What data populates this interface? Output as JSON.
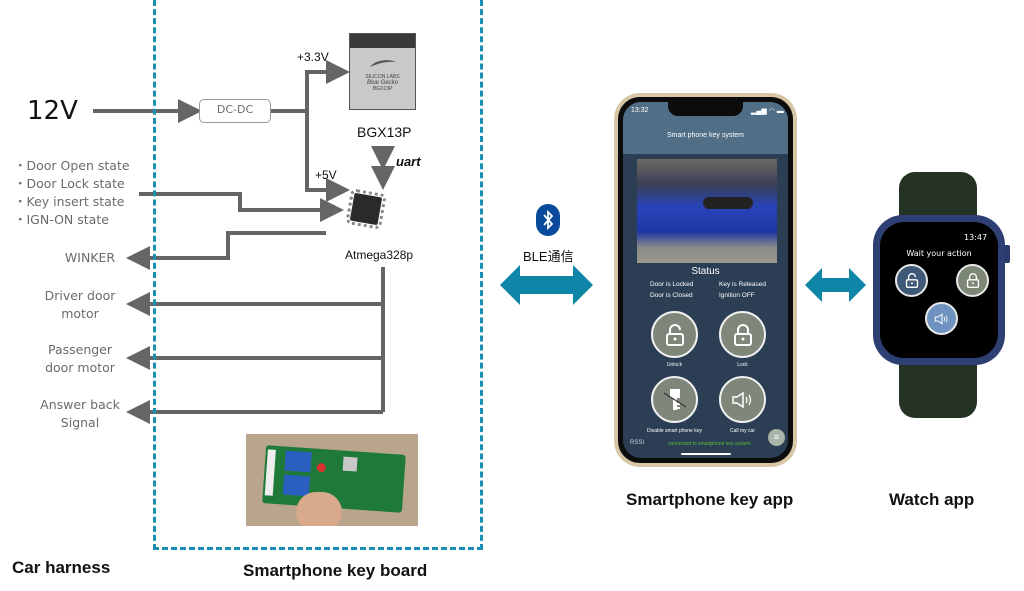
{
  "sections": {
    "car_harness_title": "Car harness",
    "board_title": "Smartphone key board",
    "phone_app_title": "Smartphone key app",
    "watch_app_title": "Watch app"
  },
  "harness": {
    "power_in": "12V",
    "inputs": [
      "・Door Open state",
      "・Door Lock state",
      "・Key insert state",
      "・IGN-ON state"
    ],
    "outputs": [
      {
        "line1": "WINKER",
        "line2": ""
      },
      {
        "line1": "Driver door",
        "line2": "motor"
      },
      {
        "line1": "Passenger",
        "line2": "door motor"
      },
      {
        "line1": "Answer back",
        "line2": "Signal"
      }
    ]
  },
  "board": {
    "dcdc_label": "DC-DC",
    "rail_33": "+3.3V",
    "rail_5": "+5V",
    "ble_module": {
      "label": "BGX13P",
      "chip_brand": "SILICON LABS",
      "chip_line1": "Blue Gecko",
      "chip_line2": "BGX13P"
    },
    "uart_label": "uart",
    "mcu_label": "Atmega328p"
  },
  "link": {
    "ble_label": "BLE通信",
    "icon": "bluetooth-icon",
    "accent": "#0f86a8",
    "bt_color": "#0a4a9a"
  },
  "phone": {
    "time": "13:32",
    "header_title": "Smart phone key system",
    "status_title": "Status",
    "status": [
      "Door is Locked",
      "Key is Released",
      "Door is Closed",
      "Ignition OFF"
    ],
    "buttons": [
      {
        "label": "Unlock",
        "icon": "unlock-icon"
      },
      {
        "label": "Lock",
        "icon": "lock-icon"
      },
      {
        "label": "Disable smart phone key",
        "icon": "key-disabled-icon"
      },
      {
        "label": "Call my car",
        "icon": "speaker-icon"
      }
    ],
    "rssi_label": "RSSI",
    "connection_status": "connected to smartphone key system",
    "connection_color": "#58c03c"
  },
  "watch": {
    "time": "13:47",
    "prompt": "Wait your action",
    "buttons": [
      {
        "icon": "unlock-icon",
        "color": "#3e5a78"
      },
      {
        "icon": "lock-icon",
        "color": "#7c8775"
      },
      {
        "icon": "speaker-icon",
        "color": "#6f93c0"
      }
    ]
  }
}
